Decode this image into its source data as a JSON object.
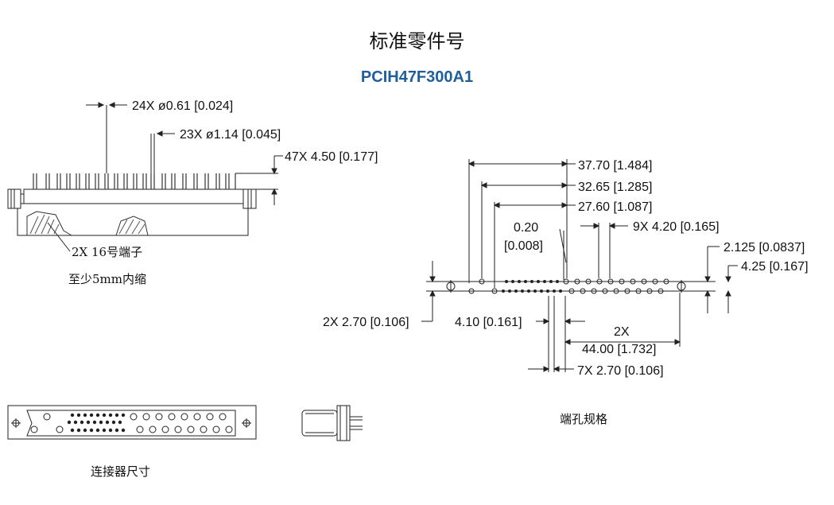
{
  "title": "标准零件号",
  "part_number": "PCIH47F300A1",
  "side_view": {
    "dim_pin_small": "24X ø0.61 [0.024]",
    "dim_pin_large": "23X ø1.14 [0.045]",
    "dim_pin_length": "47X 4.50 [0.177]",
    "note_line1": "2X 16号端子",
    "note_line2": "至少5mm内缩"
  },
  "hole_pattern": {
    "dim_overall": "37.70 [1.484]",
    "dim_2": "32.65 [1.285]",
    "dim_3": "27.60 [1.087]",
    "dim_offset_value": "0.20",
    "dim_offset_inch": "[0.008]",
    "dim_pitch_large": "9X 4.20 [0.165]",
    "dim_row_offset": "2.125 [0.0837]",
    "dim_row_spacing": "4.25 [0.167]",
    "dim_mount_height": "2X 2.70 [0.106]",
    "dim_gap": "4.10 [0.161]",
    "dim_mount_count": "2X",
    "dim_mount_spacing": "44.00 [1.732]",
    "dim_pitch_small": "7X 2.70 [0.106]"
  },
  "captions": {
    "connector": "连接器尺寸",
    "hole_spec": "端孔规格"
  }
}
